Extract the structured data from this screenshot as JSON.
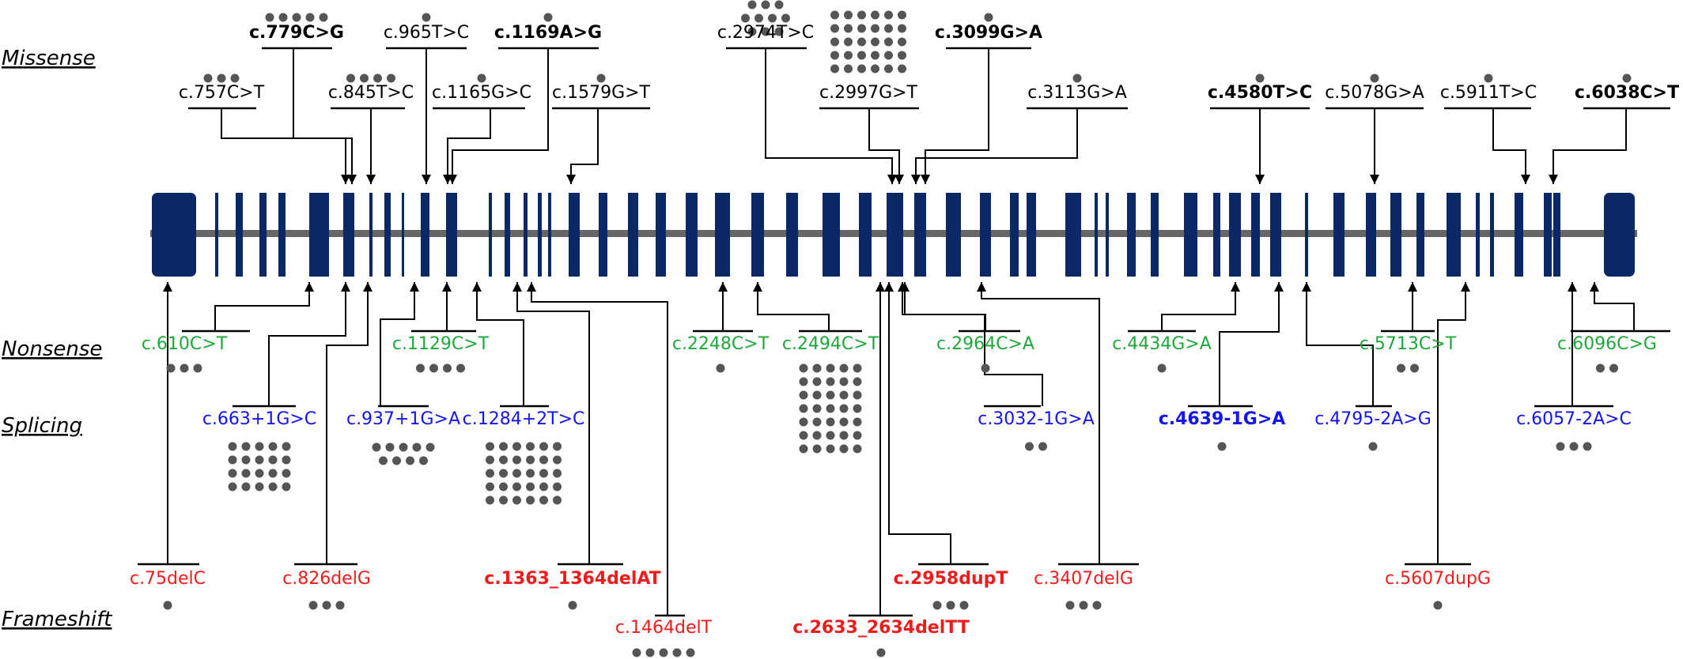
{
  "colors": {
    "exon": "#0a2866",
    "intron_line": "#666666",
    "dot": "#555555",
    "connector": "#000000",
    "missense": "#000000",
    "nonsense": "#1fa83a",
    "splicing": "#1414ee",
    "frameshift": "#ee1c1c"
  },
  "categories": [
    {
      "key": "missense",
      "label": "Missense"
    },
    {
      "key": "nonsense",
      "label": "Nonsense"
    },
    {
      "key": "splicing",
      "label": "Splicing"
    },
    {
      "key": "frameshift",
      "label": "Frameshift"
    }
  ],
  "missense": [
    {
      "label": "c.757C>T",
      "bold": false,
      "count": 3
    },
    {
      "label": "c.779C>G",
      "bold": true,
      "count": 5
    },
    {
      "label": "c.845T>C",
      "bold": false,
      "count": 4
    },
    {
      "label": "c.965T>C",
      "bold": false,
      "count": 1
    },
    {
      "label": "c.1165G>C",
      "bold": false,
      "count": 1
    },
    {
      "label": "c.1169A>G",
      "bold": true,
      "count": 1
    },
    {
      "label": "c.1579G>T",
      "bold": false,
      "count": 1
    },
    {
      "label": "c.2974T>C",
      "bold": false,
      "count": 10
    },
    {
      "label": "c.2997G>T",
      "bold": false,
      "count": 30
    },
    {
      "label": "c.3099G>A",
      "bold": true,
      "count": 1
    },
    {
      "label": "c.3113G>A",
      "bold": false,
      "count": 1
    },
    {
      "label": "c.4580T>C",
      "bold": true,
      "count": 1
    },
    {
      "label": "c.5078G>A",
      "bold": false,
      "count": 1
    },
    {
      "label": "c.5911T>C",
      "bold": false,
      "count": 1
    },
    {
      "label": "c.6038C>T",
      "bold": true,
      "count": 1
    }
  ],
  "nonsense": [
    {
      "label": "c.610C>T",
      "bold": false,
      "count": 3
    },
    {
      "label": "c.1129C>T",
      "bold": false,
      "count": 4
    },
    {
      "label": "c.2248C>T",
      "bold": false,
      "count": 1
    },
    {
      "label": "c.2494C>T",
      "bold": false,
      "count": 35
    },
    {
      "label": "c.2964C>A",
      "bold": false,
      "count": 1
    },
    {
      "label": "c.4434G>A",
      "bold": false,
      "count": 1
    },
    {
      "label": "c.5713C>T",
      "bold": false,
      "count": 2
    },
    {
      "label": "c.6096C>G",
      "bold": false,
      "count": 2
    }
  ],
  "splicing": [
    {
      "label": "c.663+1G>C",
      "bold": false,
      "count": 20
    },
    {
      "label": "c.937+1G>A",
      "bold": false,
      "count": 9
    },
    {
      "label": "c.1284+2T>C",
      "bold": false,
      "count": 30
    },
    {
      "label": "c.3032-1G>A",
      "bold": false,
      "count": 2
    },
    {
      "label": "c.4639-1G>A",
      "bold": true,
      "count": 1
    },
    {
      "label": "c.4795-2A>G",
      "bold": false,
      "count": 1
    },
    {
      "label": "c.6057-2A>C",
      "bold": false,
      "count": 3
    }
  ],
  "frameshift": [
    {
      "label": "c.75delC",
      "bold": false,
      "count": 1
    },
    {
      "label": "c.826delG",
      "bold": false,
      "count": 3
    },
    {
      "label": "c.1363_1364delAT",
      "bold": true,
      "count": 1
    },
    {
      "label": "c.1464delT",
      "bold": false,
      "count": 5
    },
    {
      "label": "c.2633_2634delTT",
      "bold": true,
      "count": 1
    },
    {
      "label": "c.2958dupT",
      "bold": true,
      "count": 3
    },
    {
      "label": "c.3407delG",
      "bold": false,
      "count": 3
    },
    {
      "label": "c.5607dupG",
      "bold": false,
      "count": 1
    }
  ]
}
